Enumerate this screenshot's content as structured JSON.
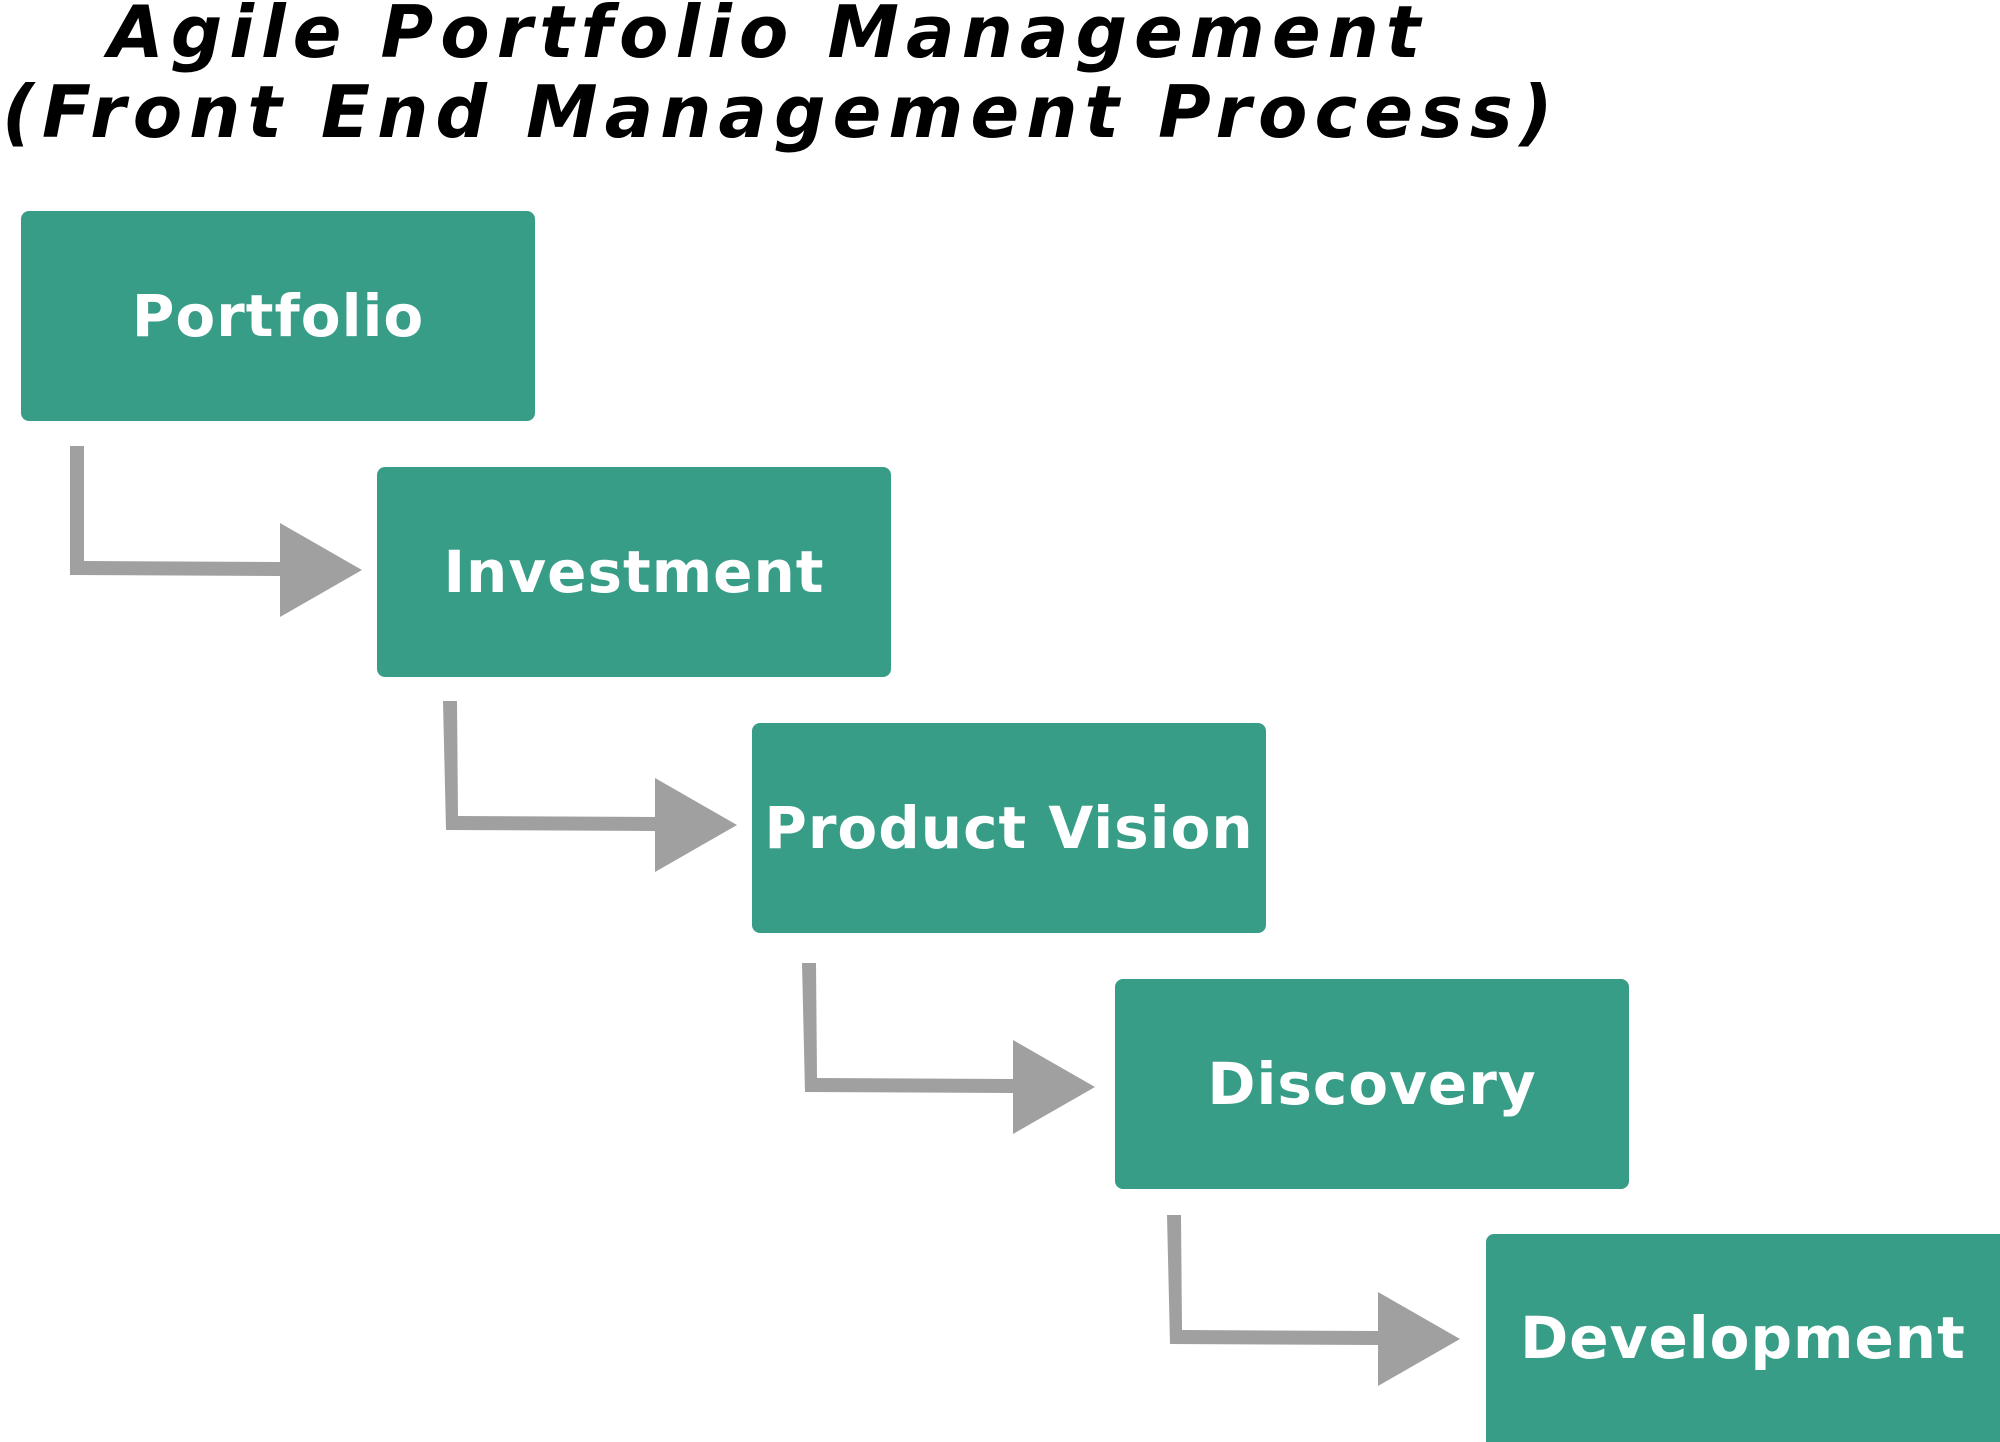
{
  "title": {
    "line1": "Agile Portfolio Management",
    "line2": "(Front End Management Process)"
  },
  "colors": {
    "box_fill": "#389d87",
    "box_text": "#ffffff",
    "arrow": "#a0a0a0",
    "title": "#000000"
  },
  "steps": [
    {
      "label": "Portfolio"
    },
    {
      "label": "Investment"
    },
    {
      "label": "Product Vision"
    },
    {
      "label": "Discovery"
    },
    {
      "label": "Development"
    }
  ]
}
